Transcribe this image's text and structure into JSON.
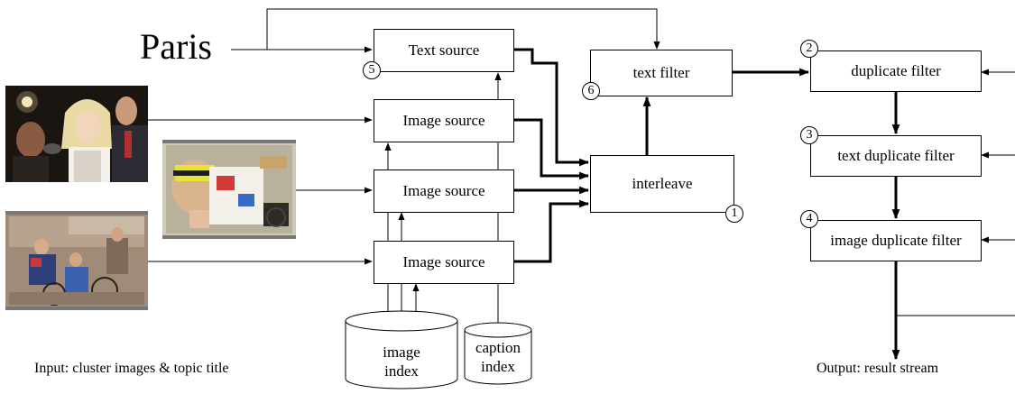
{
  "query": {
    "title": "Paris"
  },
  "caption_input": "Input: cluster images & topic title",
  "caption_output": "Output: result stream",
  "modules": {
    "text_source": "Text source",
    "image_source_1": "Image source",
    "image_source_2": "Image source",
    "image_source_3": "Image source",
    "interleave": "interleave",
    "text_filter": "text filter",
    "duplicate_filter": "duplicate filter",
    "text_duplicate_filter": "text duplicate filter",
    "image_duplicate_filter": "image duplicate filter"
  },
  "stage_numbers": {
    "interleave": "1",
    "duplicate_filter": "2",
    "text_duplicate_filter": "3",
    "image_duplicate_filter": "4",
    "text_source": "5",
    "text_filter": "6"
  },
  "databases": {
    "image_index": {
      "line1": "image",
      "line2": "index"
    },
    "caption_index": {
      "line1": "caption",
      "line2": "index"
    }
  },
  "colors": {
    "line": "#000000",
    "background": "#ffffff"
  }
}
